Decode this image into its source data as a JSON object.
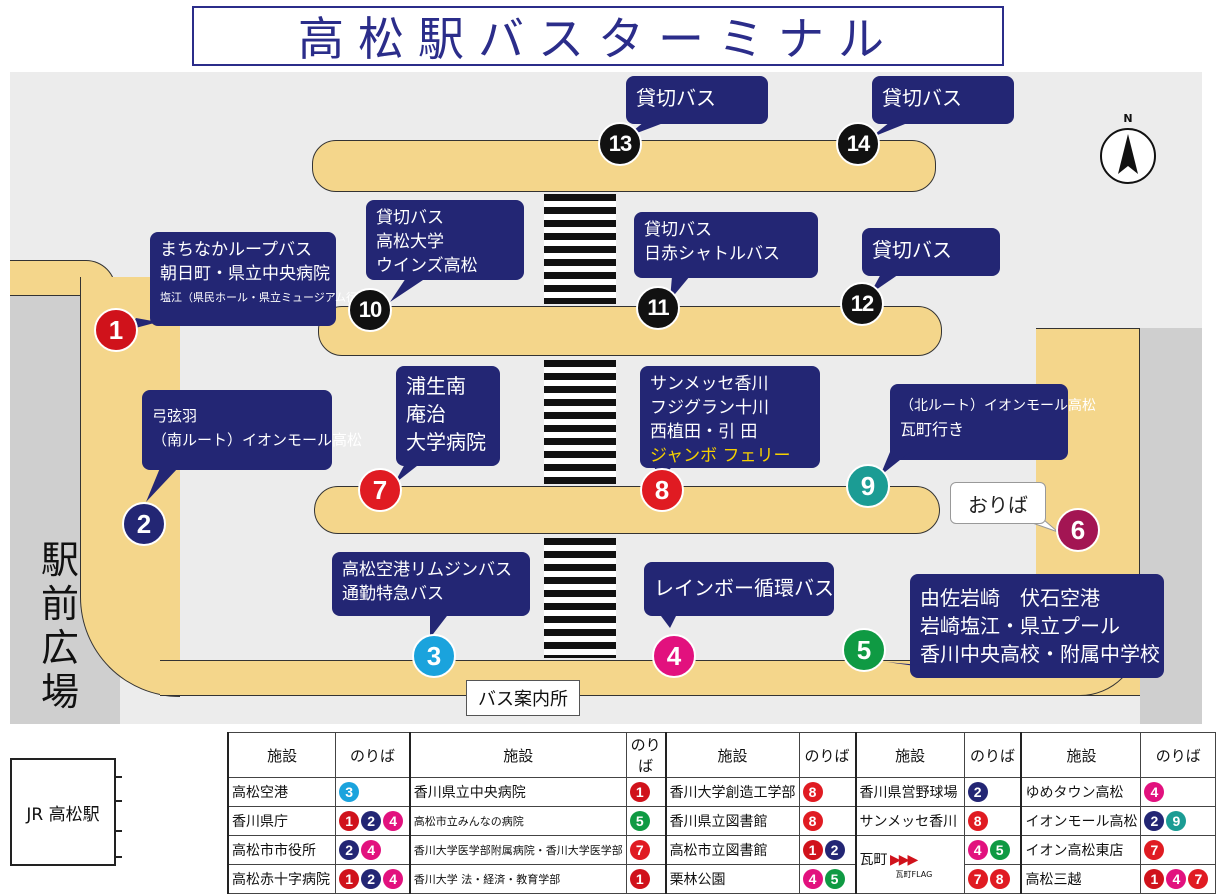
{
  "title": "高松駅バスターミナル",
  "plaza_label": "駅前広場",
  "info_label": "バス案内所",
  "dismount_label": "おりば",
  "compass_label": "N",
  "jr_station_label": "JR 高松駅",
  "colors": {
    "navy": "#232674",
    "road": "#f4d68b",
    "stop1": "#d0121b",
    "stop2": "#232674",
    "stop3": "#1aa3dd",
    "stop4": "#e2117e",
    "stop5": "#0f9a43",
    "stop6": "#a31553",
    "stop7": "#e01b22",
    "stop8": "#e01b22",
    "stop9": "#1b9c94",
    "stop_black": "#111111"
  },
  "stops": [
    {
      "num": "1",
      "color": "#d0121b"
    },
    {
      "num": "2",
      "color": "#232674"
    },
    {
      "num": "3",
      "color": "#1aa3dd"
    },
    {
      "num": "4",
      "color": "#e2117e"
    },
    {
      "num": "5",
      "color": "#0f9a43"
    },
    {
      "num": "6",
      "color": "#a31553"
    },
    {
      "num": "7",
      "color": "#e01b22"
    },
    {
      "num": "8",
      "color": "#e01b22"
    },
    {
      "num": "9",
      "color": "#1b9c94"
    },
    {
      "num": "10",
      "color": "#111111"
    },
    {
      "num": "11",
      "color": "#111111"
    },
    {
      "num": "12",
      "color": "#111111"
    },
    {
      "num": "13",
      "color": "#111111"
    },
    {
      "num": "14",
      "color": "#111111"
    }
  ],
  "callouts": {
    "c1": [
      "まちなかループバス",
      "朝日町・県立中央病院",
      "塩江（県民ホール・県立ミュージアム行き）"
    ],
    "c2": [
      "弓弦羽",
      "（南ルート）イオンモール高松"
    ],
    "c3": [
      "高松空港リムジンバス",
      "通勤特急バス"
    ],
    "c4": [
      "レインボー循環バス"
    ],
    "c5": [
      "由佐岩崎　伏石空港",
      "岩崎塩江・県立プール",
      "香川中央高校・附属中学校"
    ],
    "c7": [
      "浦生南",
      "庵治",
      "大学病院"
    ],
    "c8": [
      "サンメッセ香川",
      "フジグラン十川",
      "西植田・引 田"
    ],
    "c8_highlight": "ジャンボ フェリー",
    "c9": [
      "（北ルート）イオンモール高松",
      "瓦町行き"
    ],
    "c10": [
      "貸切バス",
      "高松大学",
      "ウインズ高松"
    ],
    "c11": [
      "貸切バス",
      "日赤シャトルバス"
    ],
    "c12": [
      "貸切バス"
    ],
    "c13": [
      "貸切バス"
    ],
    "c14": [
      "貸切バス"
    ]
  },
  "legend": {
    "header_facility": "施設",
    "header_stop": "のりば",
    "columns": [
      [
        {
          "name": "高松空港",
          "stops": [
            "3"
          ]
        },
        {
          "name": "香川県庁",
          "stops": [
            "1",
            "2",
            "4"
          ]
        },
        {
          "name": "高松市市役所",
          "stops": [
            "2",
            "4"
          ]
        },
        {
          "name": "高松赤十字病院",
          "stops": [
            "1",
            "2",
            "4"
          ]
        }
      ],
      [
        {
          "name": "香川県立中央病院",
          "stops": [
            "1"
          ]
        },
        {
          "name": "高松市立みんなの病院",
          "stops": [
            "5"
          ]
        },
        {
          "name": "香川大学医学部附属病院・香川大学医学部",
          "stops": [
            "7"
          ]
        },
        {
          "name": "香川大学 法・経済・教育学部",
          "stops": [
            "1"
          ]
        }
      ],
      [
        {
          "name": "香川大学創造工学部",
          "stops": [
            "8"
          ]
        },
        {
          "name": "香川県立図書館",
          "stops": [
            "8"
          ]
        },
        {
          "name": "高松市立図書館",
          "stops": [
            "1",
            "2"
          ]
        },
        {
          "name": "栗林公園",
          "stops": [
            "4",
            "5"
          ]
        }
      ],
      [
        {
          "name": "香川県営野球場",
          "stops": [
            "2"
          ]
        },
        {
          "name": "サンメッセ香川",
          "stops": [
            "8"
          ]
        },
        {
          "name": "瓦町",
          "stops": [
            "4",
            "5"
          ]
        },
        {
          "name": "",
          "stops": [
            "7",
            "8"
          ]
        }
      ],
      [
        {
          "name": "ゆめタウン高松",
          "stops": [
            "4"
          ]
        },
        {
          "name": "イオンモール高松",
          "stops": [
            "2",
            "9"
          ]
        },
        {
          "name": "イオン高松東店",
          "stops": [
            "7"
          ]
        },
        {
          "name": "高松三越",
          "stops": [
            "1",
            "4",
            "7"
          ]
        }
      ]
    ],
    "flag_text": "瓦町FLAG"
  }
}
